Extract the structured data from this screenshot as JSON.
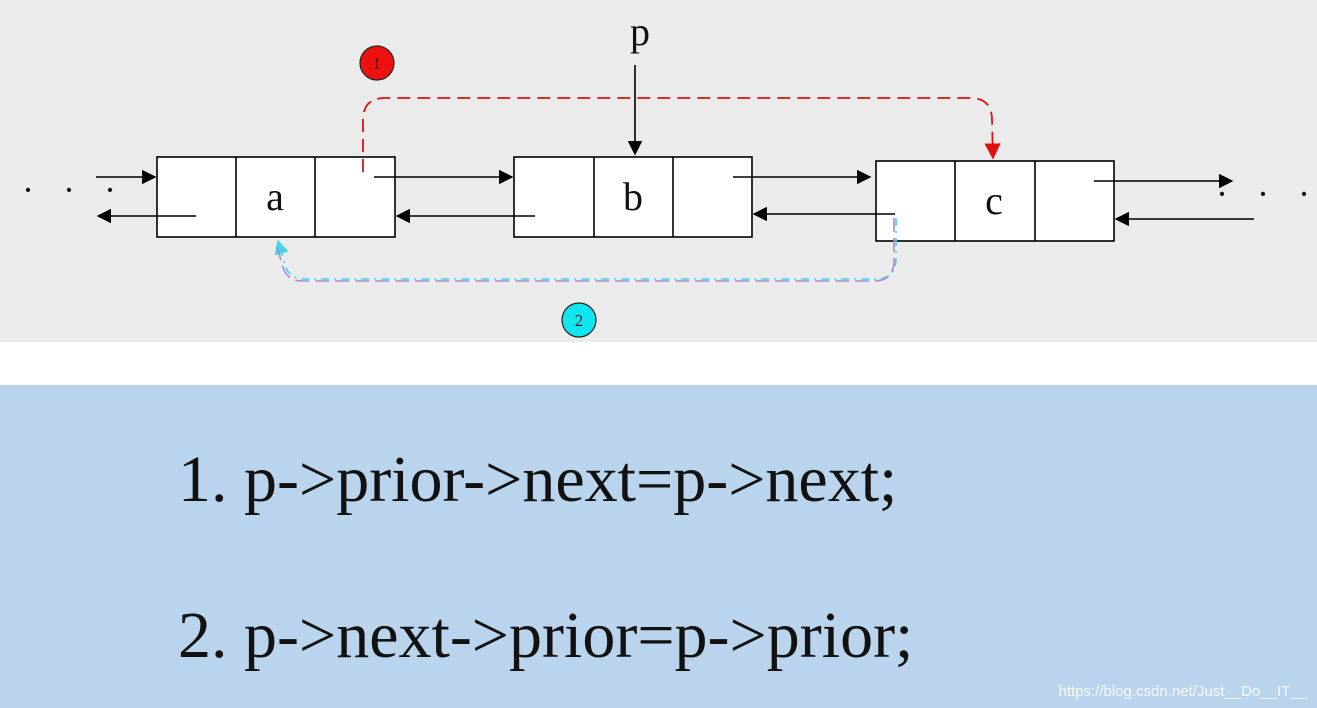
{
  "diagram": {
    "pointer_label": "p",
    "left_ellipsis": "· · ·",
    "right_ellipsis": "· · ·",
    "nodes": [
      {
        "label": "a"
      },
      {
        "label": "b"
      },
      {
        "label": "c"
      }
    ],
    "step_badges": [
      {
        "label": "1",
        "color": "#ee1111"
      },
      {
        "label": "2",
        "color": "#11e6ee"
      }
    ],
    "link_colors": {
      "step1_path": "#e01010",
      "step2_path": "#a78bd6",
      "step2_path_alt": "#40d8e8",
      "arrows": "#000000"
    }
  },
  "code": {
    "line1": "1. p->prior->next=p->next;",
    "line2": "2. p->next->prior=p->prior;"
  },
  "watermark": "https://blog.csdn.net/Just__Do__IT__"
}
